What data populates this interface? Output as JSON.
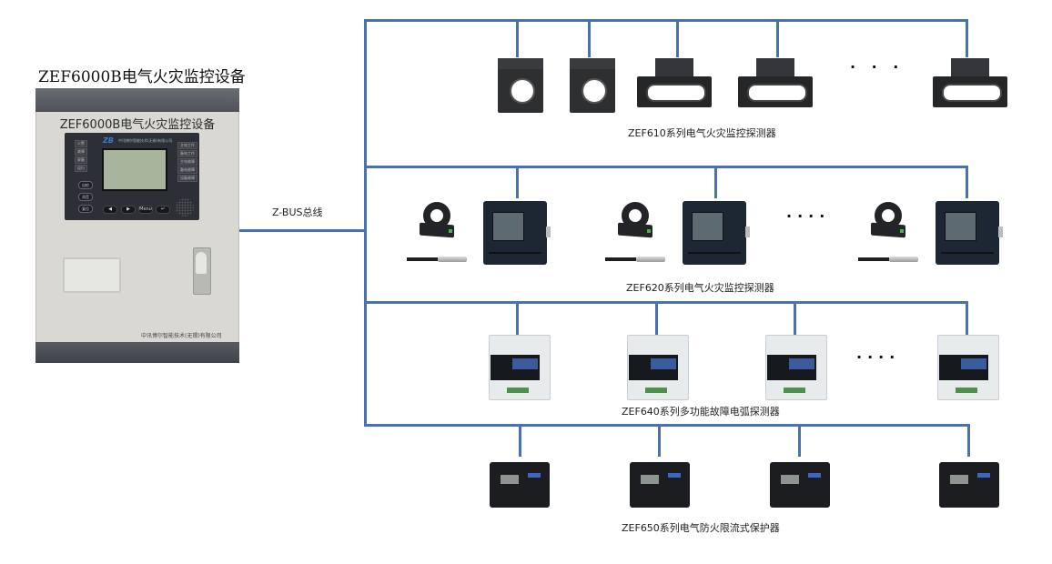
{
  "cabinet": {
    "heading": "ZEF6000B电气火灾监控设备",
    "panel_title": "ZEF6000B电气火灾监控设备",
    "logo": "ZB",
    "logo_text": "中讯博尔智能技术(无锡)有限公司",
    "left_indicators": [
      "火警",
      "故障",
      "屏蔽",
      "运行"
    ],
    "right_indicators": [
      "主电工作",
      "备电工作",
      "主电故障",
      "备电故障",
      "设备故障"
    ],
    "function_buttons": [
      "自检",
      "消音",
      "复位"
    ],
    "nav_buttons": [
      "◀",
      "▶",
      "Menu",
      "↵"
    ],
    "company": "中讯博尔智能技术(无锡)有限公司"
  },
  "bus": {
    "label": "Z-BUS总线",
    "color": "#4a72b0"
  },
  "rows": [
    {
      "caption": "ZEF610系列电气火灾监控探测器",
      "ellipsis": "· · ·"
    },
    {
      "caption": "ZEF620系列电气火灾监控探测器",
      "ellipsis": "····"
    },
    {
      "caption": "ZEF640系列多功能故障电弧探测器",
      "ellipsis": "····"
    },
    {
      "caption": "ZEF650系列电气防火限流式保护器",
      "ellipsis": ""
    }
  ]
}
